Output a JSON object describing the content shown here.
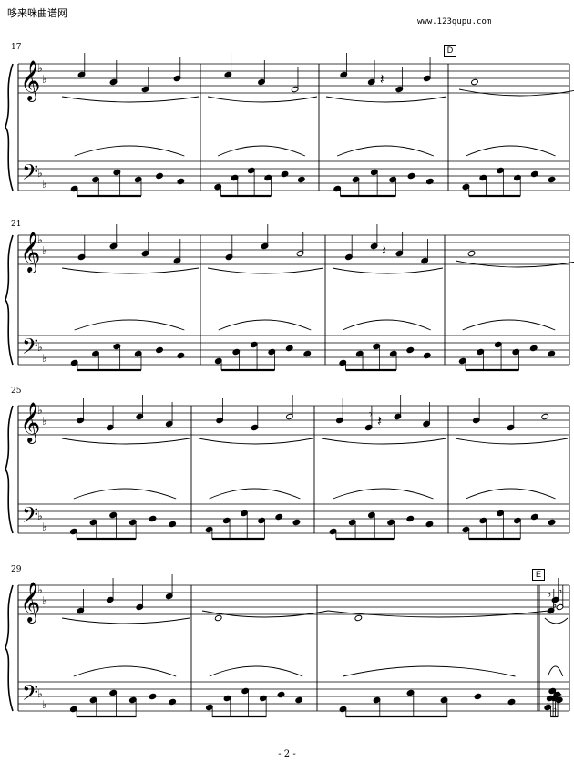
{
  "header": {
    "site_name": "哆来咪曲谱网",
    "url": "www.123qupu.com"
  },
  "systems": [
    {
      "measure_number": "17",
      "rehearsal_mark": "D"
    },
    {
      "measure_number": "21",
      "rehearsal_mark": ""
    },
    {
      "measure_number": "25",
      "rehearsal_mark": ""
    },
    {
      "measure_number": "29",
      "rehearsal_mark": "E"
    }
  ],
  "footer": {
    "page_number": "- 2 -"
  },
  "icons": [
    "treble-clef-icon",
    "bass-clef-icon",
    "flat-sign-icon",
    "quarter-rest-icon",
    "eighth-rest-icon",
    "brace-icon"
  ]
}
